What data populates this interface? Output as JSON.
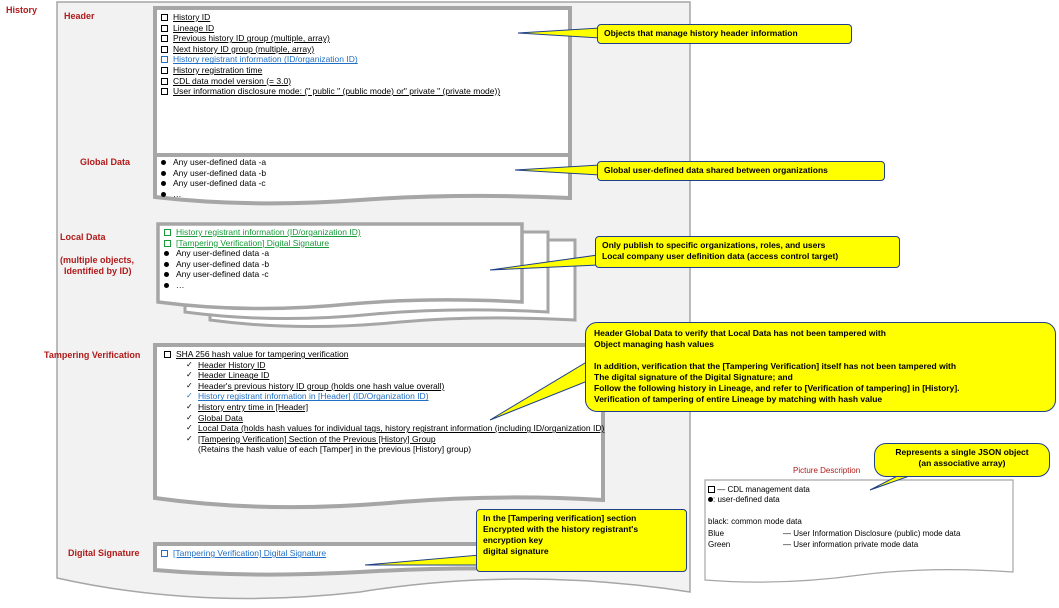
{
  "page_title": "History",
  "sections": {
    "header": {
      "label": "Header",
      "items": [
        {
          "text": "History ID",
          "marker": "square",
          "color": "black"
        },
        {
          "text": "Lineage ID",
          "marker": "square",
          "color": "black"
        },
        {
          "text": "Previous history ID group (multiple, array)",
          "marker": "square",
          "color": "black"
        },
        {
          "text": "Next history ID group (multiple, array)",
          "marker": "square",
          "color": "black"
        },
        {
          "text": "History registrant information (ID/organization ID)",
          "marker": "square",
          "color": "blue"
        },
        {
          "text": "History registration time",
          "marker": "square",
          "color": "black"
        },
        {
          "text": "CDL data model version (= 3.0)",
          "marker": "square",
          "color": "black"
        },
        {
          "text": "User information disclosure mode: (\" public \" (public mode) or\" private \" (private mode))",
          "marker": "square",
          "color": "black"
        }
      ]
    },
    "global_data": {
      "label": "Global Data",
      "items": [
        "Any user-defined data -a",
        "Any user-defined data -b",
        "Any user-defined data -c",
        "…"
      ]
    },
    "local_data": {
      "label": "Local Data",
      "sublabel_line1": "(multiple objects,",
      "sublabel_line2": "Identified by ID)",
      "managed_items": [
        "History registrant information (ID/organization ID)",
        "[Tampering  Verification] Digital Signature"
      ],
      "items": [
        "Any user-defined data -a",
        "Any user-defined data -b",
        "Any user-defined data -c",
        "…"
      ]
    },
    "tampering": {
      "label": "Tampering Verification",
      "root": "SHA 256 hash value for tampering verification",
      "items": [
        {
          "text": "Header History ID",
          "color": "black"
        },
        {
          "text": "Header Lineage  ID",
          "color": "black"
        },
        {
          "text": "Header's previous history ID group (holds one hash value overall)",
          "color": "black"
        },
        {
          "text": "History registrant information in [Header] (ID/Organization  ID)",
          "color": "blue"
        },
        {
          "text": "History entry time in [Header]",
          "color": "black"
        },
        {
          "text": "Global  Data",
          "color": "black"
        },
        {
          "text": "Local Data (holds hash values for individual tags, history registrant information (including  ID/organization ID)",
          "color": "black"
        },
        {
          "text": "[Tampering  Verification] Section of the Previous [History] Group",
          "color": "black"
        }
      ],
      "note": "(Retains the hash value of each [Tamper] in the previous [History] group)"
    },
    "signature": {
      "label": "Digital Signature",
      "item": "[Tampering  Verification] Digital Signature"
    }
  },
  "callouts": {
    "header": "Objects that manage history header information",
    "global": "Global user-defined data shared between organizations",
    "local_line1": "Only publish to specific organizations, roles, and users",
    "local_line2": "Local company user definition data (access control target)",
    "tamper_line1": "Header Global Data to verify that Local Data has not been tampered with",
    "tamper_line2": "Object managing  hash values",
    "tamper_line3": "In addition, verification that the [Tampering  Verification] itself has not been tampered with",
    "tamper_line4": "The digital signature of the Digital Signature; and",
    "tamper_line5": "Follow the following history in Lineage, and refer to [Verification of tampering]  in [History].",
    "tamper_line6": "Verification of tampering of entire Lineage by matching with hash value",
    "sig_line1": "In the [Tampering  verification] section",
    "sig_line2": "Encrypted  with the history registrant's",
    "sig_line3": "encryption  key",
    "sig_line4": "digital signature",
    "json_line1": "Represents a single JSON object",
    "json_line2": "(an associative array)"
  },
  "legend": {
    "title": "Picture Description",
    "square": "— CDL management data",
    "dot": ": user-defined data",
    "black": "black: common mode data",
    "blue_key": "Blue",
    "blue_val": "— User Information Disclosure (public)  mode data",
    "green_key": "Green",
    "green_val": "— User information private mode data"
  },
  "colors": {
    "label_red": "#b01a1a",
    "callout_yellow": "#ffff00",
    "blue_text": "#1f6fc5",
    "green_text": "#1a9a3a"
  }
}
